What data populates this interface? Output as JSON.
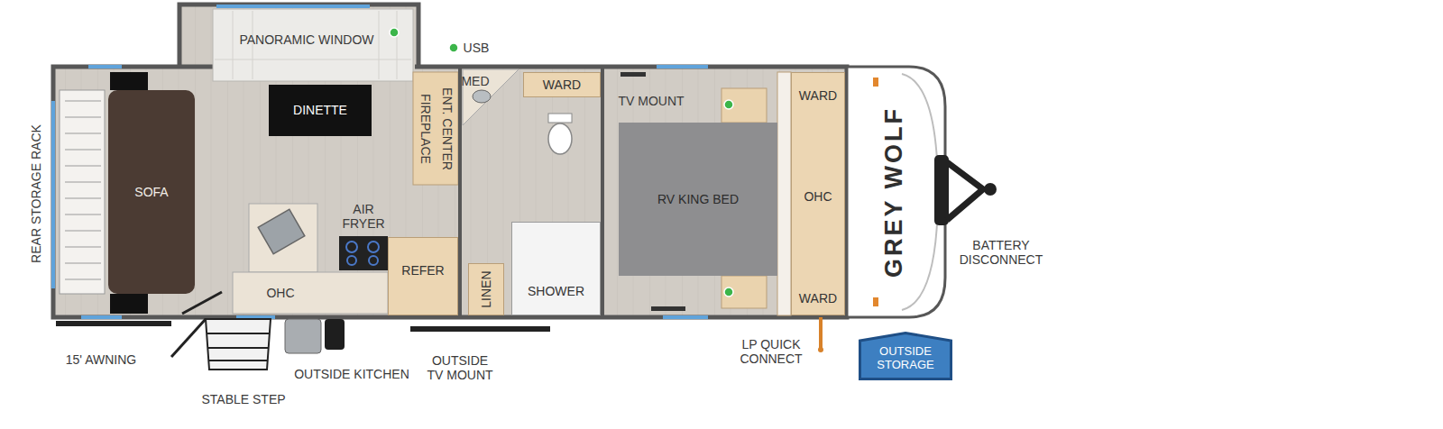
{
  "diagram": {
    "nodes": [
      {
        "text": [
          "SOFA"
        ]
      },
      {
        "text": [
          "DINETTE"
        ]
      },
      {
        "text": [
          "REFER"
        ]
      },
      {
        "text": [
          "LINEN"
        ]
      },
      {
        "text": [
          "WARD"
        ]
      },
      {
        "text": [
          "SHOWER"
        ]
      },
      {
        "text": [
          "RV KING BED"
        ]
      },
      {
        "text": [
          "WARD",
          "OHC",
          "WARD"
        ]
      },
      {
        "text": [
          "OUTSIDE STORAGE"
        ]
      }
    ],
    "labels": [
      "PANORAMIC WINDOW",
      "USB",
      "REAR STORAGE RACK",
      "ENT. CENTER",
      "FIREPLACE",
      "MED",
      "TV MOUNT",
      "AIR FRYER",
      "OHC",
      "GREY WOLF",
      "BATTERY DISCONNECT",
      "15' AWNING",
      "STABLE STEP",
      "OUTSIDE KITCHEN",
      "OUTSIDE TV MOUNT",
      "LP QUICK CONNECT"
    ]
  }
}
